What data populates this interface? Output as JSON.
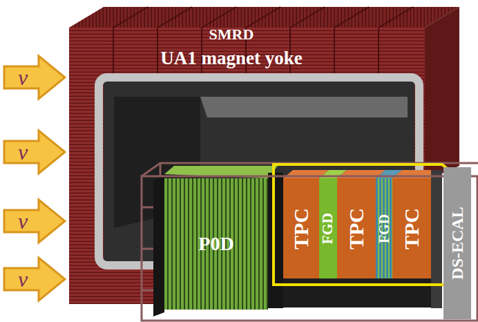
{
  "diagram": {
    "nodes": [
      {
        "text": [
          "SMRD",
          "UA1 magnet yoke"
        ]
      },
      {
        "text": [
          "ν"
        ]
      },
      {
        "text": [
          "ν"
        ]
      },
      {
        "text": [
          "ν"
        ]
      },
      {
        "text": [
          "ν"
        ]
      },
      {
        "text": [
          "P0D"
        ]
      },
      {
        "text": [
          "TPC"
        ]
      },
      {
        "text": [
          "FGD"
        ]
      },
      {
        "text": [
          "TPC"
        ]
      },
      {
        "text": [
          "FGD"
        ]
      },
      {
        "text": [
          "TPC"
        ]
      },
      {
        "text": [
          "DS-ECAL"
        ]
      }
    ]
  }
}
